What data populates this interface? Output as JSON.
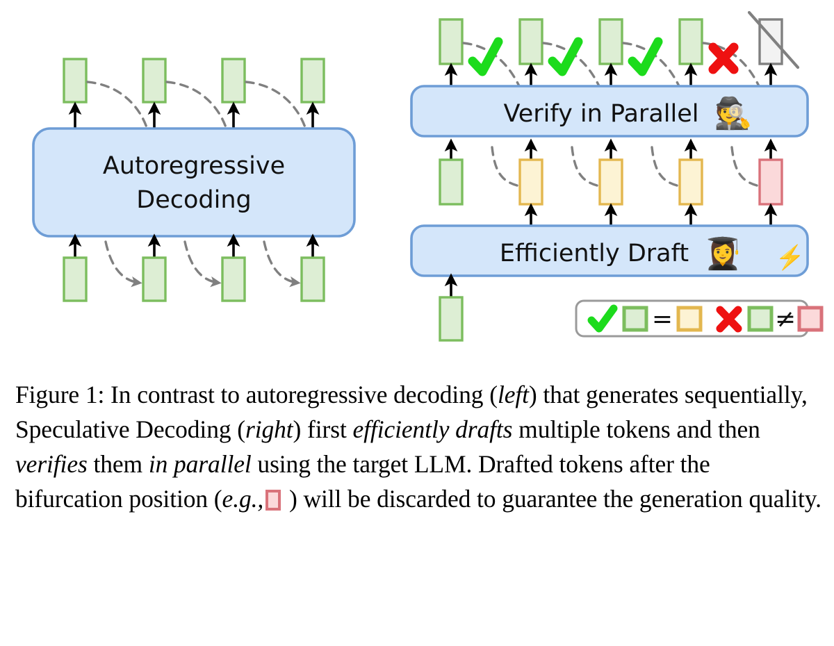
{
  "figure": {
    "number": "Figure 1",
    "caption_lines": [
      "Figure 1: In contrast to autoregressive decoding (left)",
      "that generates sequentially, Speculative Decoding (right)",
      "first efficiently drafts multiple tokens and then verifies",
      "them in parallel using the target LLM. Drafted tokens",
      "after the bifurcation position (e.g., □ ) will be discarded",
      "to guarantee the generation quality."
    ],
    "caption_parts": {
      "p1": "Figure 1: In contrast to autoregressive decoding (",
      "i1": "left",
      "p2": ") that generates sequentially, Speculative Decoding (",
      "i2": "right",
      "p3": ") first ",
      "i3": "efficiently drafts",
      "p4": " multiple tokens and then ",
      "i4": "verifies",
      "p5": " them ",
      "i5": "in parallel",
      "p6": " using the target LLM. Drafted tokens after the bifurcation position (",
      "i6": "e.g.,",
      "p7": " ) will be discarded to guarantee the generation quality."
    }
  },
  "left_panel": {
    "title": "Autoregressive",
    "title_line2": "Decoding",
    "output_tokens": [
      "token",
      "token",
      "token",
      "token"
    ],
    "input_tokens": [
      "token",
      "token",
      "token",
      "token"
    ],
    "token_count": 4
  },
  "right_panel": {
    "verify_label": "Verify in Parallel",
    "verify_emoji": "detective-emoji",
    "draft_label": "Efficiently Draft",
    "draft_emoji": "student-emoji",
    "speed_emoji": "lightning-bolt-icon",
    "verified_marks": [
      "accept",
      "accept",
      "accept",
      "reject"
    ],
    "output_row": [
      "green",
      "green",
      "green",
      "green",
      "discarded"
    ],
    "draft_row": [
      "green",
      "yellow",
      "yellow",
      "yellow",
      "pink"
    ],
    "prompt_token": "token"
  },
  "legend": {
    "accept_mark": "check-mark-icon",
    "accept_equals": "=",
    "reject_mark": "cross-mark-icon",
    "reject_not_equals": "≠",
    "items": [
      {
        "mark": "check",
        "left": "green",
        "op": "=",
        "right": "yellow"
      },
      {
        "mark": "cross",
        "left": "green",
        "op": "≠",
        "right": "pink"
      }
    ]
  },
  "colors": {
    "green_fill": "#ddeed4",
    "green_border": "#7cbd5e",
    "yellow_fill": "#fdf3d4",
    "yellow_border": "#e3b74f",
    "pink_fill": "#fbd9da",
    "pink_border": "#d9727a",
    "gray_fill": "#f2f2f2",
    "gray_border": "#808080",
    "blue_fill": "#d4e6fa",
    "blue_border": "#6e9dd6",
    "check_green": "#1cdb1c",
    "cross_red": "#ee1111",
    "dash_gray": "#808080",
    "arrow_black": "#000000"
  }
}
